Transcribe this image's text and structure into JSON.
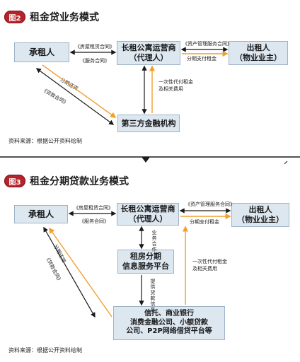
{
  "fig2": {
    "badge": "图2",
    "title": "租金贷业务模式",
    "nodes": {
      "tenant": "承租人",
      "operator_line1": "长租公寓运营商",
      "operator_line2": "（代理人）",
      "landlord_line1": "出租人",
      "landlord_line2": "（物业业主）",
      "finance": "第三方金融机构"
    },
    "edges": {
      "lease_contract": "《房屋租赁合同》",
      "service_contract": "《服务合同》",
      "asset_mgmt_contract": "《资产管理服务合同》",
      "installment_rent": "分期支付租金",
      "lump_sum_line1": "一次性代付租金",
      "lump_sum_line2": "及相关费用",
      "installment_repay": "分期还贷",
      "loan_contract": "《贷款合同》"
    },
    "source": "资料来源：根据公开资料绘制"
  },
  "fig3": {
    "badge": "图3",
    "title": "租金分期贷款业务模式",
    "nodes": {
      "tenant": "承租人",
      "operator_line1": "长租公寓运营商",
      "operator_line2": "（代理人）",
      "landlord_line1": "出租人",
      "landlord_line2": "（物业业主）",
      "platform_line1": "租房分期",
      "platform_line2": "信息服务平台",
      "lenders_line1": "信托、商业银行",
      "lenders_line2": "消费金融公司、小额贷款",
      "lenders_line3": "公司、P2P网络借贷平台等"
    },
    "edges": {
      "lease_contract": "《房屋租赁合同》",
      "service_contract": "《服务合同》",
      "asset_mgmt_contract": "《资产管理服务合同》",
      "installment_rent": "分期支付租金",
      "business_coop_1": "业务",
      "business_coop_2": "合作",
      "provide_loan_info_1": "提供",
      "provide_loan_info_2": "贷款",
      "provide_loan_info_3": "信息",
      "lump_sum_line1": "一次性代付租金",
      "lump_sum_line2": "及相关费用",
      "installment_repay": "分期还贷",
      "loan_contract": "《贷款合同》"
    },
    "source": "资料来源：根据公开资料绘制"
  },
  "colors": {
    "arrow_dark": "#1a1a1a",
    "arrow_orange": "#f0a030",
    "box_fill": "#dde7f0",
    "badge": "#b5232b"
  }
}
